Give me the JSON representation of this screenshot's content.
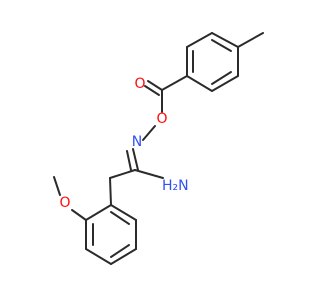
{
  "molecule": {
    "atoms": {
      "carbonyl_o": {
        "text": "O",
        "color": "#ff0d0d"
      },
      "ester_o": {
        "text": "O",
        "color": "#ff0d0d"
      },
      "imine_n": {
        "text": "N",
        "color": "#3050f8"
      },
      "amine_nh2": {
        "text": "H₂N",
        "color": "#3050f8"
      },
      "methoxy_o": {
        "text": "O",
        "color": "#ff0d0d"
      }
    },
    "bond_color": "#2b2b2b"
  }
}
